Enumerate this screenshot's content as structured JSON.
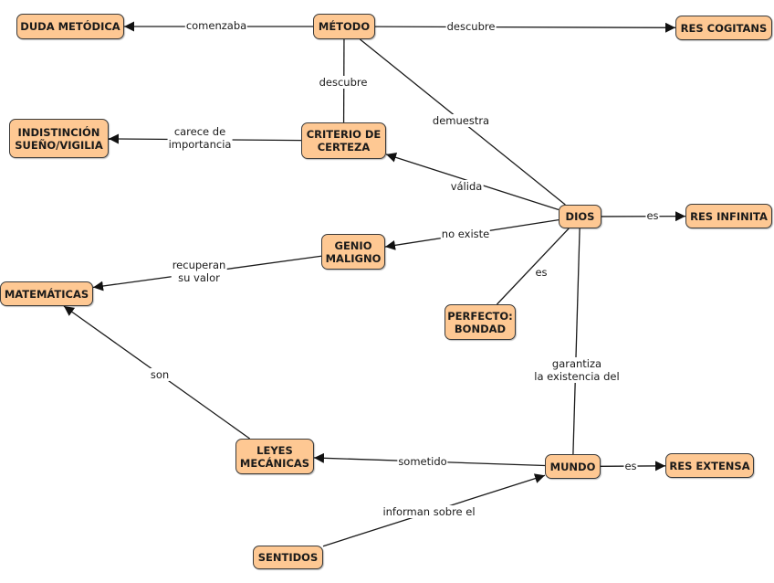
{
  "diagram": {
    "type": "concept-map",
    "colors": {
      "node_fill": "#fec893",
      "node_border": "#3a3a3a",
      "line": "#1a1a1a",
      "background": "#ffffff"
    },
    "nodes": [
      {
        "id": "duda",
        "label": "DUDA METÓDICA"
      },
      {
        "id": "metodo",
        "label": "MÉTODO"
      },
      {
        "id": "cogitans",
        "label": "RES COGITANS"
      },
      {
        "id": "indistincion",
        "label": "INDISTINCIÓN\nSUEÑO/VIGILIA"
      },
      {
        "id": "criterio",
        "label": "CRITERIO DE\nCERTEZA"
      },
      {
        "id": "dios",
        "label": "DIOS"
      },
      {
        "id": "infinita",
        "label": "RES INFINITA"
      },
      {
        "id": "genio",
        "label": "GENIO\nMALIGNO"
      },
      {
        "id": "matematicas",
        "label": "MATEMÁTICAS"
      },
      {
        "id": "perfecto",
        "label": "PERFECTO:\nBONDAD"
      },
      {
        "id": "leyes",
        "label": "LEYES\nMECÁNICAS"
      },
      {
        "id": "mundo",
        "label": "MUNDO"
      },
      {
        "id": "extensa",
        "label": "RES EXTENSA"
      },
      {
        "id": "sentidos",
        "label": "SENTIDOS"
      }
    ],
    "links": [
      {
        "from": "metodo",
        "to": "duda",
        "label": "comenzaba",
        "arrow": true
      },
      {
        "from": "metodo",
        "to": "cogitans",
        "label": "descubre",
        "arrow": true
      },
      {
        "from": "metodo",
        "to": "criterio",
        "label": "descubre",
        "arrow": false
      },
      {
        "from": "criterio",
        "to": "indistincion",
        "label": "carece de\nimportancia",
        "arrow": true
      },
      {
        "from": "metodo",
        "to": "dios",
        "label": "demuestra",
        "arrow": false
      },
      {
        "from": "dios",
        "to": "criterio",
        "label": "válida",
        "arrow": true
      },
      {
        "from": "dios",
        "to": "infinita",
        "label": "es",
        "arrow": true
      },
      {
        "from": "dios",
        "to": "genio",
        "label": "no existe",
        "arrow": true
      },
      {
        "from": "genio",
        "to": "matematicas",
        "label": "recuperan\nsu valor",
        "arrow": true
      },
      {
        "from": "dios",
        "to": "perfecto",
        "label": "es",
        "arrow": false
      },
      {
        "from": "dios",
        "to": "mundo",
        "label": "garantiza\nla existencia del",
        "arrow": false
      },
      {
        "from": "leyes",
        "to": "matematicas",
        "label": "son",
        "arrow": true
      },
      {
        "from": "mundo",
        "to": "leyes",
        "label": "sometido",
        "arrow": true
      },
      {
        "from": "mundo",
        "to": "extensa",
        "label": "es",
        "arrow": true
      },
      {
        "from": "sentidos",
        "to": "mundo",
        "label": "informan sobre el",
        "arrow": true
      }
    ]
  }
}
